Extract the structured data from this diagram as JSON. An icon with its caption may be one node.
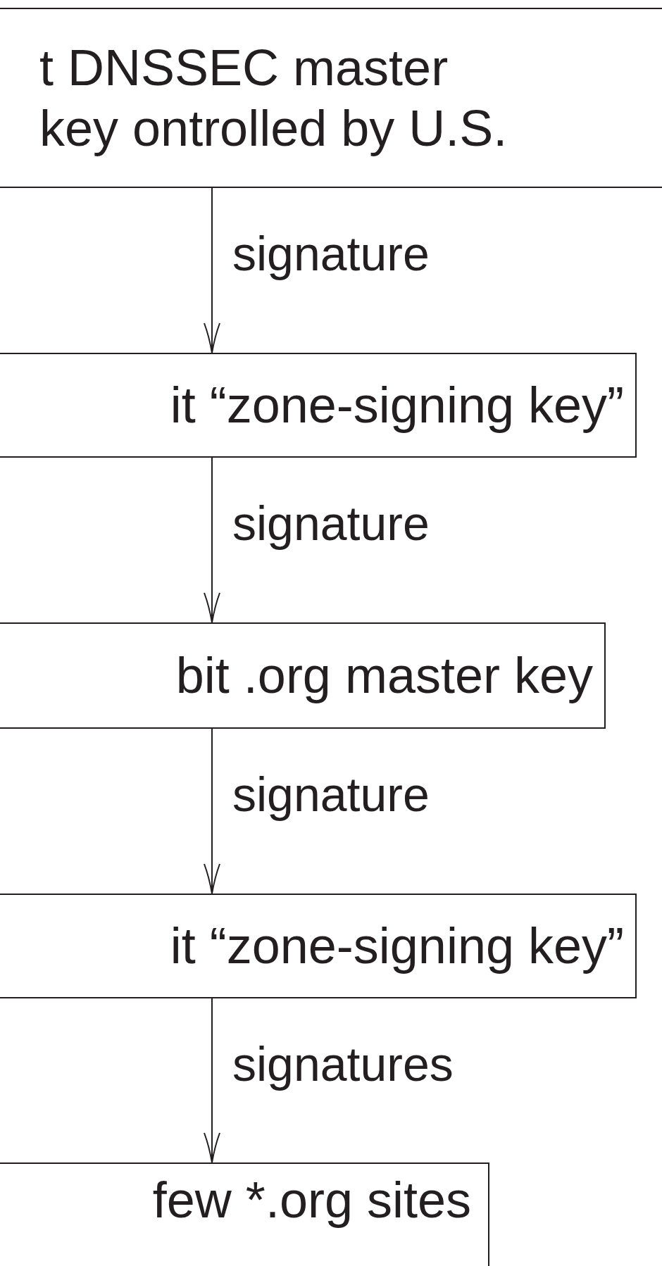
{
  "diagram": {
    "nodes": [
      {
        "text": [
          "t DNSSEC master key ontrolled by U.S."
        ]
      },
      {
        "text": [
          "it “zone-signing key”"
        ]
      },
      {
        "text": [
          "bit .org master key"
        ]
      },
      {
        "text": [
          "it “zone-signing key”"
        ]
      },
      {
        "text": [
          "few *.org sites"
        ]
      }
    ],
    "edges": [
      {
        "from": 0,
        "to": 1,
        "arrow": "to",
        "label": "signature"
      },
      {
        "from": 1,
        "to": 2,
        "arrow": "to",
        "label": "signature"
      },
      {
        "from": 2,
        "to": 3,
        "arrow": "to",
        "label": "signature"
      },
      {
        "from": 3,
        "to": 4,
        "arrow": "to",
        "label": "signatures"
      }
    ]
  }
}
